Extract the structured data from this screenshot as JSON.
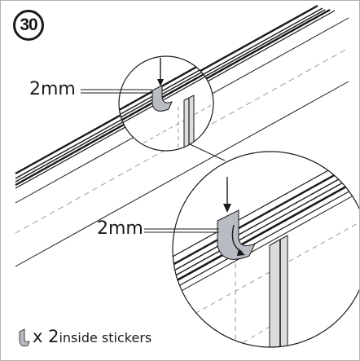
{
  "step": {
    "number": "30"
  },
  "dimensions": {
    "top_gap": "2mm",
    "bottom_gap": "2mm"
  },
  "legend": {
    "count": "x 2",
    "text": "inside stickers",
    "icon": "sticker-icon"
  },
  "colors": {
    "line": "#1a1a1a",
    "sticker_fill": "#b9bdc3",
    "post_fill": "#dcdcdc",
    "dash": "#9a9a9a"
  }
}
